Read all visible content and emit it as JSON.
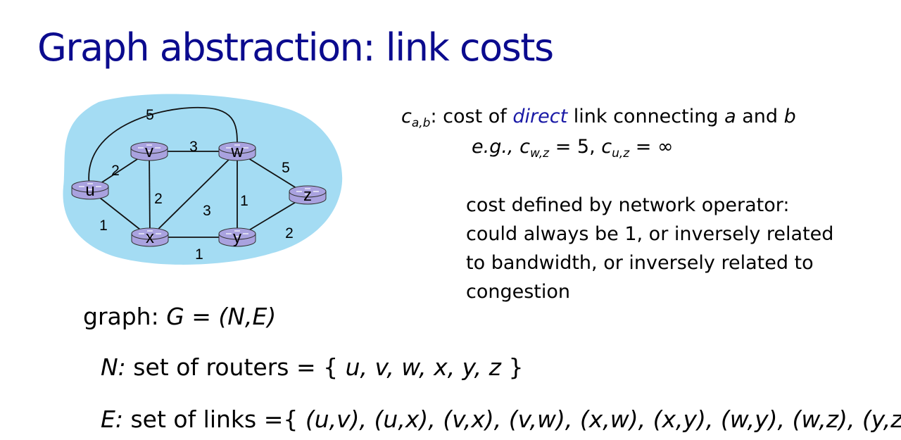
{
  "slide": {
    "title": "Graph abstraction: link costs"
  },
  "graph": {
    "nodes": [
      "u",
      "v",
      "w",
      "x",
      "y",
      "z"
    ],
    "edges": [
      {
        "from": "u",
        "to": "v",
        "cost": "2"
      },
      {
        "from": "u",
        "to": "x",
        "cost": "1"
      },
      {
        "from": "u",
        "to": "w",
        "cost": "5"
      },
      {
        "from": "v",
        "to": "w",
        "cost": "3"
      },
      {
        "from": "v",
        "to": "x",
        "cost": "2"
      },
      {
        "from": "x",
        "to": "w",
        "cost": "3"
      },
      {
        "from": "w",
        "to": "y",
        "cost": "1"
      },
      {
        "from": "x",
        "to": "y",
        "cost": "1"
      },
      {
        "from": "w",
        "to": "z",
        "cost": "5"
      },
      {
        "from": "y",
        "to": "z",
        "cost": "2"
      }
    ],
    "colors": {
      "cloud": "#a4dcf3",
      "router": "#a9a2df"
    }
  },
  "definition": {
    "symbol": "c",
    "symbol_sub": "a,b",
    "text_1": ": cost of ",
    "emphasis": "direct",
    "text_2": " link connecting ",
    "var_a": "a",
    "text_3": " and ",
    "var_b": "b"
  },
  "example": {
    "prefix": "e.g., ",
    "c1_sub": "w,z",
    "c1_value": " = 5, ",
    "c2_sub": "u,z",
    "c2_value": " = ∞"
  },
  "description": {
    "lines": [
      "cost defined by network operator:",
      "could always be 1, or inversely related",
      "to bandwidth, or inversely related to",
      "congestion"
    ]
  },
  "graph_def": {
    "label": "graph: ",
    "expr": "G = (N,E)"
  },
  "nodes_def": {
    "label": "N:",
    "text": " set of routers = { ",
    "items": "u, v, w, x, y, z",
    "close": " }"
  },
  "edges_def": {
    "label": "E:",
    "text": " set of links ={ ",
    "items": "(u,v), (u,x), (v,x), (v,w), (x,w), (x,y), (w,y), (w,z), (y,z)",
    "close": " }"
  }
}
